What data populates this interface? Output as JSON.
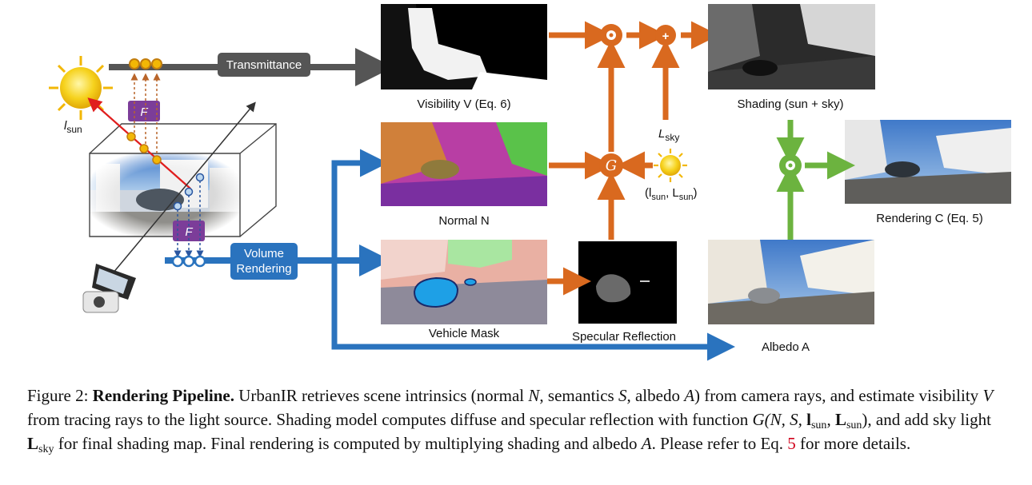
{
  "figure": {
    "labels": {
      "sun": "l",
      "sun_sub": "sun",
      "F_top": "F",
      "F_bottom": "F",
      "transmittance": "Transmittance",
      "volume_rendering_1": "Volume",
      "volume_rendering_2": "Rendering",
      "visibility": "Visibility V (Eq. 6)",
      "normal": "Normal N",
      "vehicle_mask": "Vehicle Mask",
      "specular": "Specular Reflection",
      "shading": "Shading (sun + sky)",
      "rendering": "Rendering C (Eq. 5)",
      "albedo": "Albedo A",
      "l_sky": "L",
      "l_sky_sub": "sky",
      "sun_params": "(l",
      "sun_params_sub1": "sun",
      "sun_params_mid": ", L",
      "sun_params_sub2": "sun",
      "sun_params_end": ")",
      "op_G": "G",
      "op_plus": "+"
    },
    "colors": {
      "orange": "#d9691f",
      "blue": "#2a73be",
      "green": "#6cb33f",
      "gray": "#555555",
      "purple": "#7c3d99"
    }
  },
  "caption": {
    "prefix": "Figure 2: ",
    "title": "Rendering Pipeline.",
    "s1": " UrbanIR retrieves scene intrinsics (normal ",
    "N": "N",
    "s2": ", semantics ",
    "S": "S",
    "s3": ", albedo ",
    "A": "A",
    "s4": ") from camera rays, and estimate visibility ",
    "V": "V",
    "s5": " from tracing rays to the light source. Shading model computes diffuse and specular reflection with function ",
    "func": "G(N, S, ",
    "l": "l",
    "l_sub": "sun",
    "comma": ", ",
    "L": "L",
    "L_sub": "sun",
    "s6": "), and add sky light ",
    "L2": "L",
    "L2_sub": "sky",
    "s7": " for final shading map. Final rendering is computed by multiplying shading and albedo ",
    "A2": "A",
    "s8": ". Please refer to Eq. ",
    "eq": "5",
    "s9": " for more details."
  }
}
